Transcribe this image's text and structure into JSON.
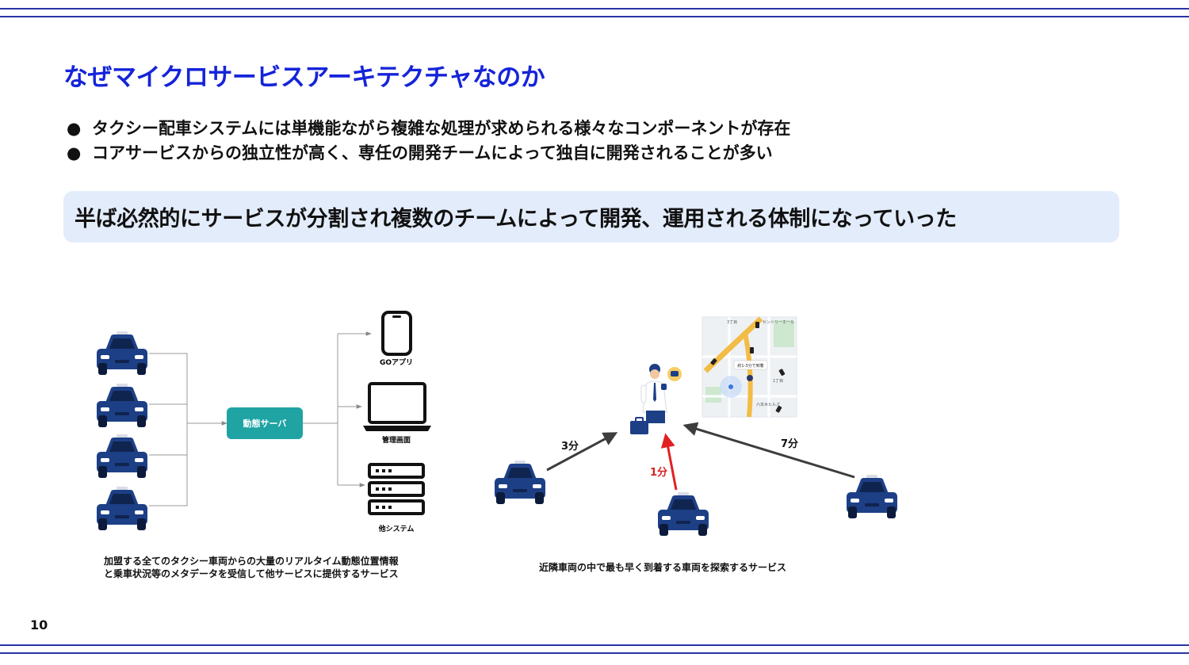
{
  "colors": {
    "rule": "#2a35a6",
    "title": "#1524d9",
    "callout_bg": "#e3ecfb",
    "server_box": "#1fa3a3",
    "car_body": "#1d3f86",
    "arrow_dark": "#3d3d3d",
    "arrow_red": "#e02020",
    "label_red": "#d42323"
  },
  "slide": {
    "title": "なぜマイクロサービスアーキテクチャなのか",
    "bullets": [
      "タクシー配車システムには単機能ながら複雑な処理が求められる様々なコンポーネントが存在",
      "コアサービスからの独立性が高く、専任の開発チームによって独自に開発されることが多い"
    ],
    "bullet_marker": "●",
    "callout": "半ば必然的にサービスが分割され複数のチームによって開発、運用される体制になっていった",
    "page_number": "10"
  },
  "left_diagram": {
    "server_label": "動態サーバ",
    "outputs": {
      "app": "GOアプリ",
      "admin": "管理画面",
      "other": "他システム"
    },
    "caption_lines": [
      "加盟する全てのタクシー車両からの大量のリアルタイム動態位置情報",
      "と乗車状況等のメタデータを受信して他サービスに提供するサービス"
    ]
  },
  "right_diagram": {
    "times": {
      "left": "3分",
      "center": "1分",
      "right": "7分"
    },
    "map_labels": {
      "eta": "約1-3分で到着",
      "block_a": "3丁目",
      "block_b": "1丁目",
      "place_a": "セントリーホール",
      "place_b": "六本木ヒルズ"
    },
    "caption": "近隣車両の中で最も早く到着する車両を探索するサービス"
  }
}
